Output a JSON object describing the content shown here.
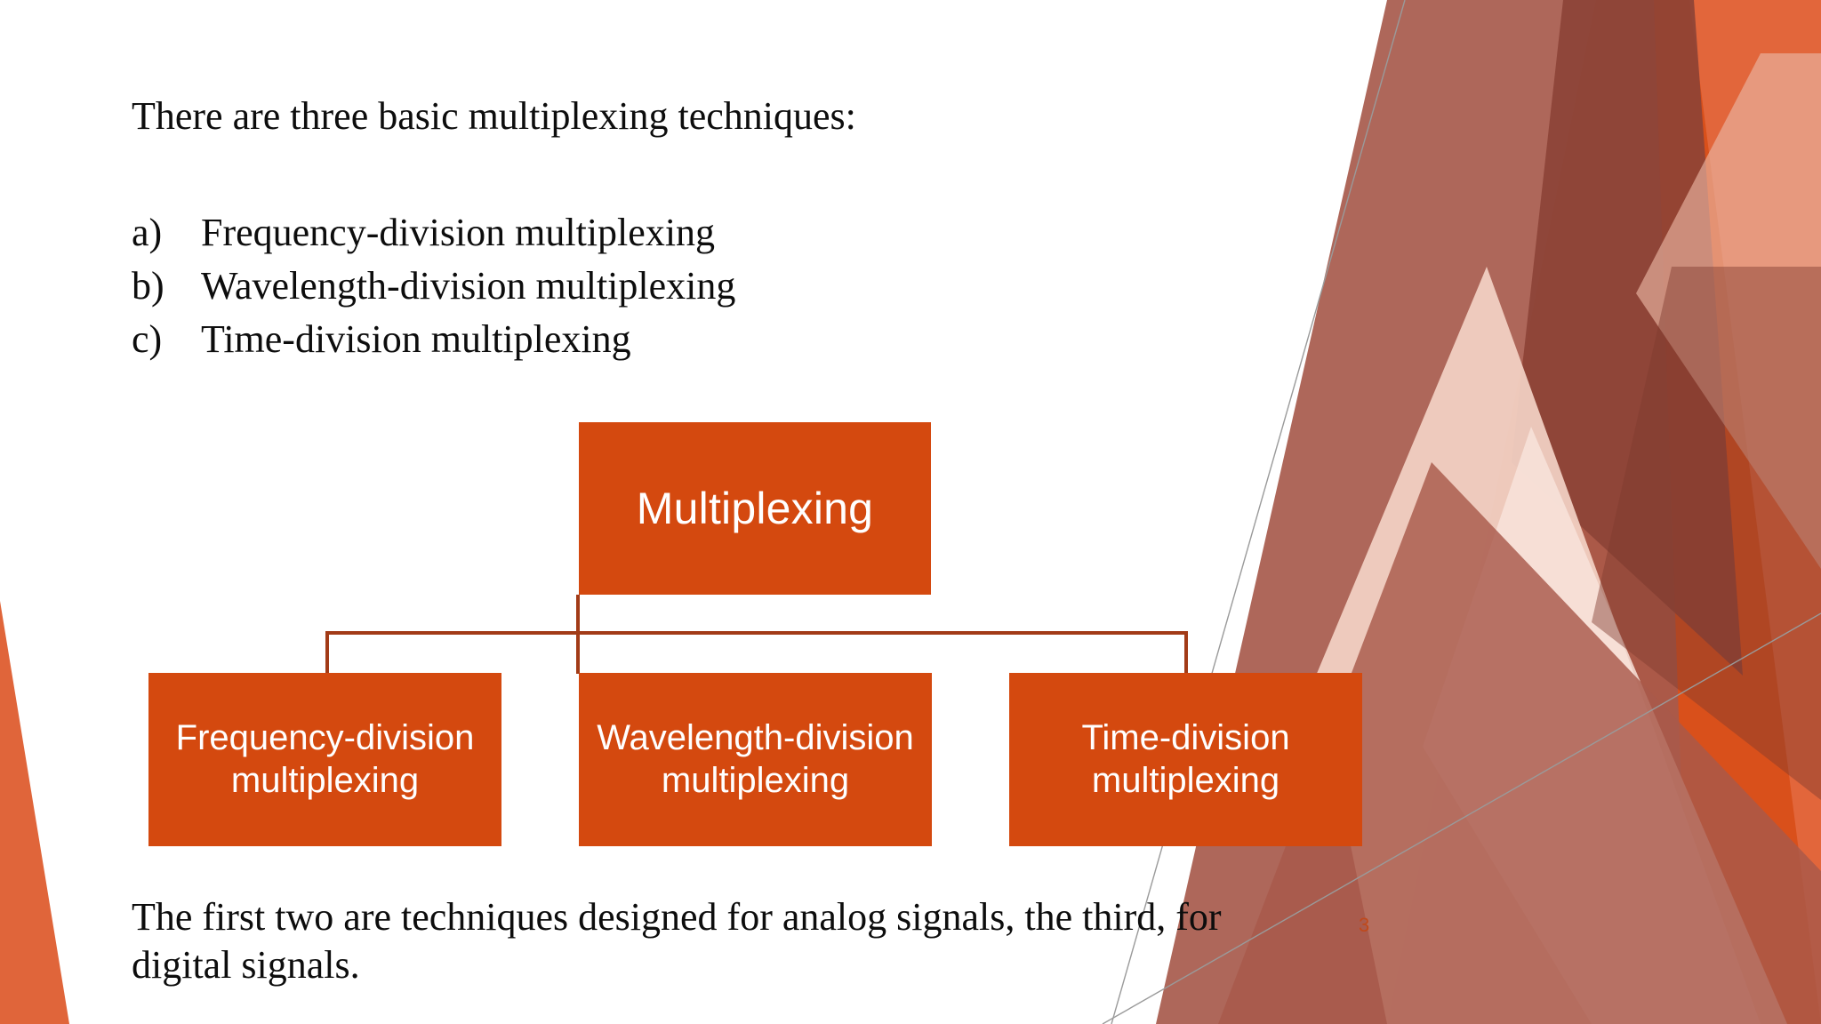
{
  "slide": {
    "page_number": "3",
    "intro": "There are three basic multiplexing techniques:",
    "list": [
      {
        "marker": "a)",
        "text": "Frequency-division multiplexing"
      },
      {
        "marker": "b)",
        "text": "Wavelength-division multiplexing"
      },
      {
        "marker": "c)",
        "text": "Time-division multiplexing"
      }
    ],
    "closing": "The first two are techniques designed for analog signals, the third, for digital signals."
  },
  "diagram": {
    "root": {
      "label": "Multiplexing"
    },
    "children": [
      {
        "label": "Frequency-division multiplexing"
      },
      {
        "label": "Wavelength-division multiplexing"
      },
      {
        "label": "Time-division multiplexing"
      }
    ],
    "colors": {
      "node_fill": "#D4490F",
      "node_text": "#FFFFFF",
      "connector": "#A23B17"
    }
  },
  "theme": {
    "background": "#FFFFFF",
    "accent_orange": "#D4490F",
    "accent_orange_light": "#E2663B",
    "accent_brown": "#A75A4C",
    "accent_brown_dark": "#8F4236",
    "accent_blush": "#F3D2C6",
    "accent_blush_light": "#F8E3DA",
    "hairline": "#9A9A9A",
    "page_number_color": "#C0491B"
  }
}
